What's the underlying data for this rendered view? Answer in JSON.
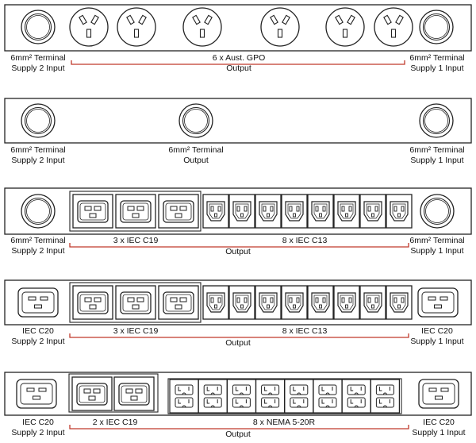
{
  "diagrams": [
    {
      "group_label": "6 x Aust. GPO",
      "output_label": "Output",
      "left_label": [
        "6mm² Terminal",
        "Supply 2 Input"
      ],
      "right_label": [
        "6mm² Terminal",
        "Supply 1 Input"
      ],
      "left_input": "terminal",
      "right_input": "terminal",
      "sockets": [
        {
          "type": "aust-gpo",
          "count": 6
        }
      ]
    },
    {
      "group_label": "",
      "output_label": "Output",
      "left_label": [
        "6mm² Terminal",
        "Supply 2 Input"
      ],
      "right_label": [
        "6mm² Terminal",
        "Supply 1 Input"
      ],
      "center_label": [
        "6mm² Terminal",
        "Output"
      ],
      "left_input": "terminal",
      "right_input": "terminal",
      "sockets": [
        {
          "type": "terminal",
          "count": 1
        }
      ]
    },
    {
      "output_label": "Output",
      "left_label": [
        "6mm² Terminal",
        "Supply 2 Input"
      ],
      "right_label": [
        "6mm² Terminal",
        "Supply 1 Input"
      ],
      "left_input": "terminal",
      "right_input": "terminal",
      "group_labels": [
        "3 x IEC C19",
        "8 x IEC C13"
      ],
      "sockets": [
        {
          "type": "iec-c19",
          "count": 3
        },
        {
          "type": "iec-c13",
          "count": 8
        }
      ]
    },
    {
      "output_label": "Output",
      "left_label": [
        "IEC C20",
        "Supply 2 Input"
      ],
      "right_label": [
        "IEC C20",
        "Supply 1 Input"
      ],
      "left_input": "iec-c20",
      "right_input": "iec-c20",
      "group_labels": [
        "3 x IEC C19",
        "8 x IEC C13"
      ],
      "sockets": [
        {
          "type": "iec-c19",
          "count": 3
        },
        {
          "type": "iec-c13",
          "count": 8
        }
      ]
    },
    {
      "output_label": "Output",
      "left_label": [
        "IEC C20",
        "Supply 2 Input"
      ],
      "right_label": [
        "IEC C20",
        "Supply 1 Input"
      ],
      "left_input": "iec-c20",
      "right_input": "iec-c20",
      "group_labels": [
        "2 x IEC C19",
        "8 x NEMA 5-20R"
      ],
      "sockets": [
        {
          "type": "iec-c19",
          "count": 2
        },
        {
          "type": "nema-5-20r",
          "count": 8
        }
      ]
    }
  ],
  "colors": {
    "outline": "#222222",
    "bracket": "#c0392b",
    "background": "#ffffff"
  }
}
